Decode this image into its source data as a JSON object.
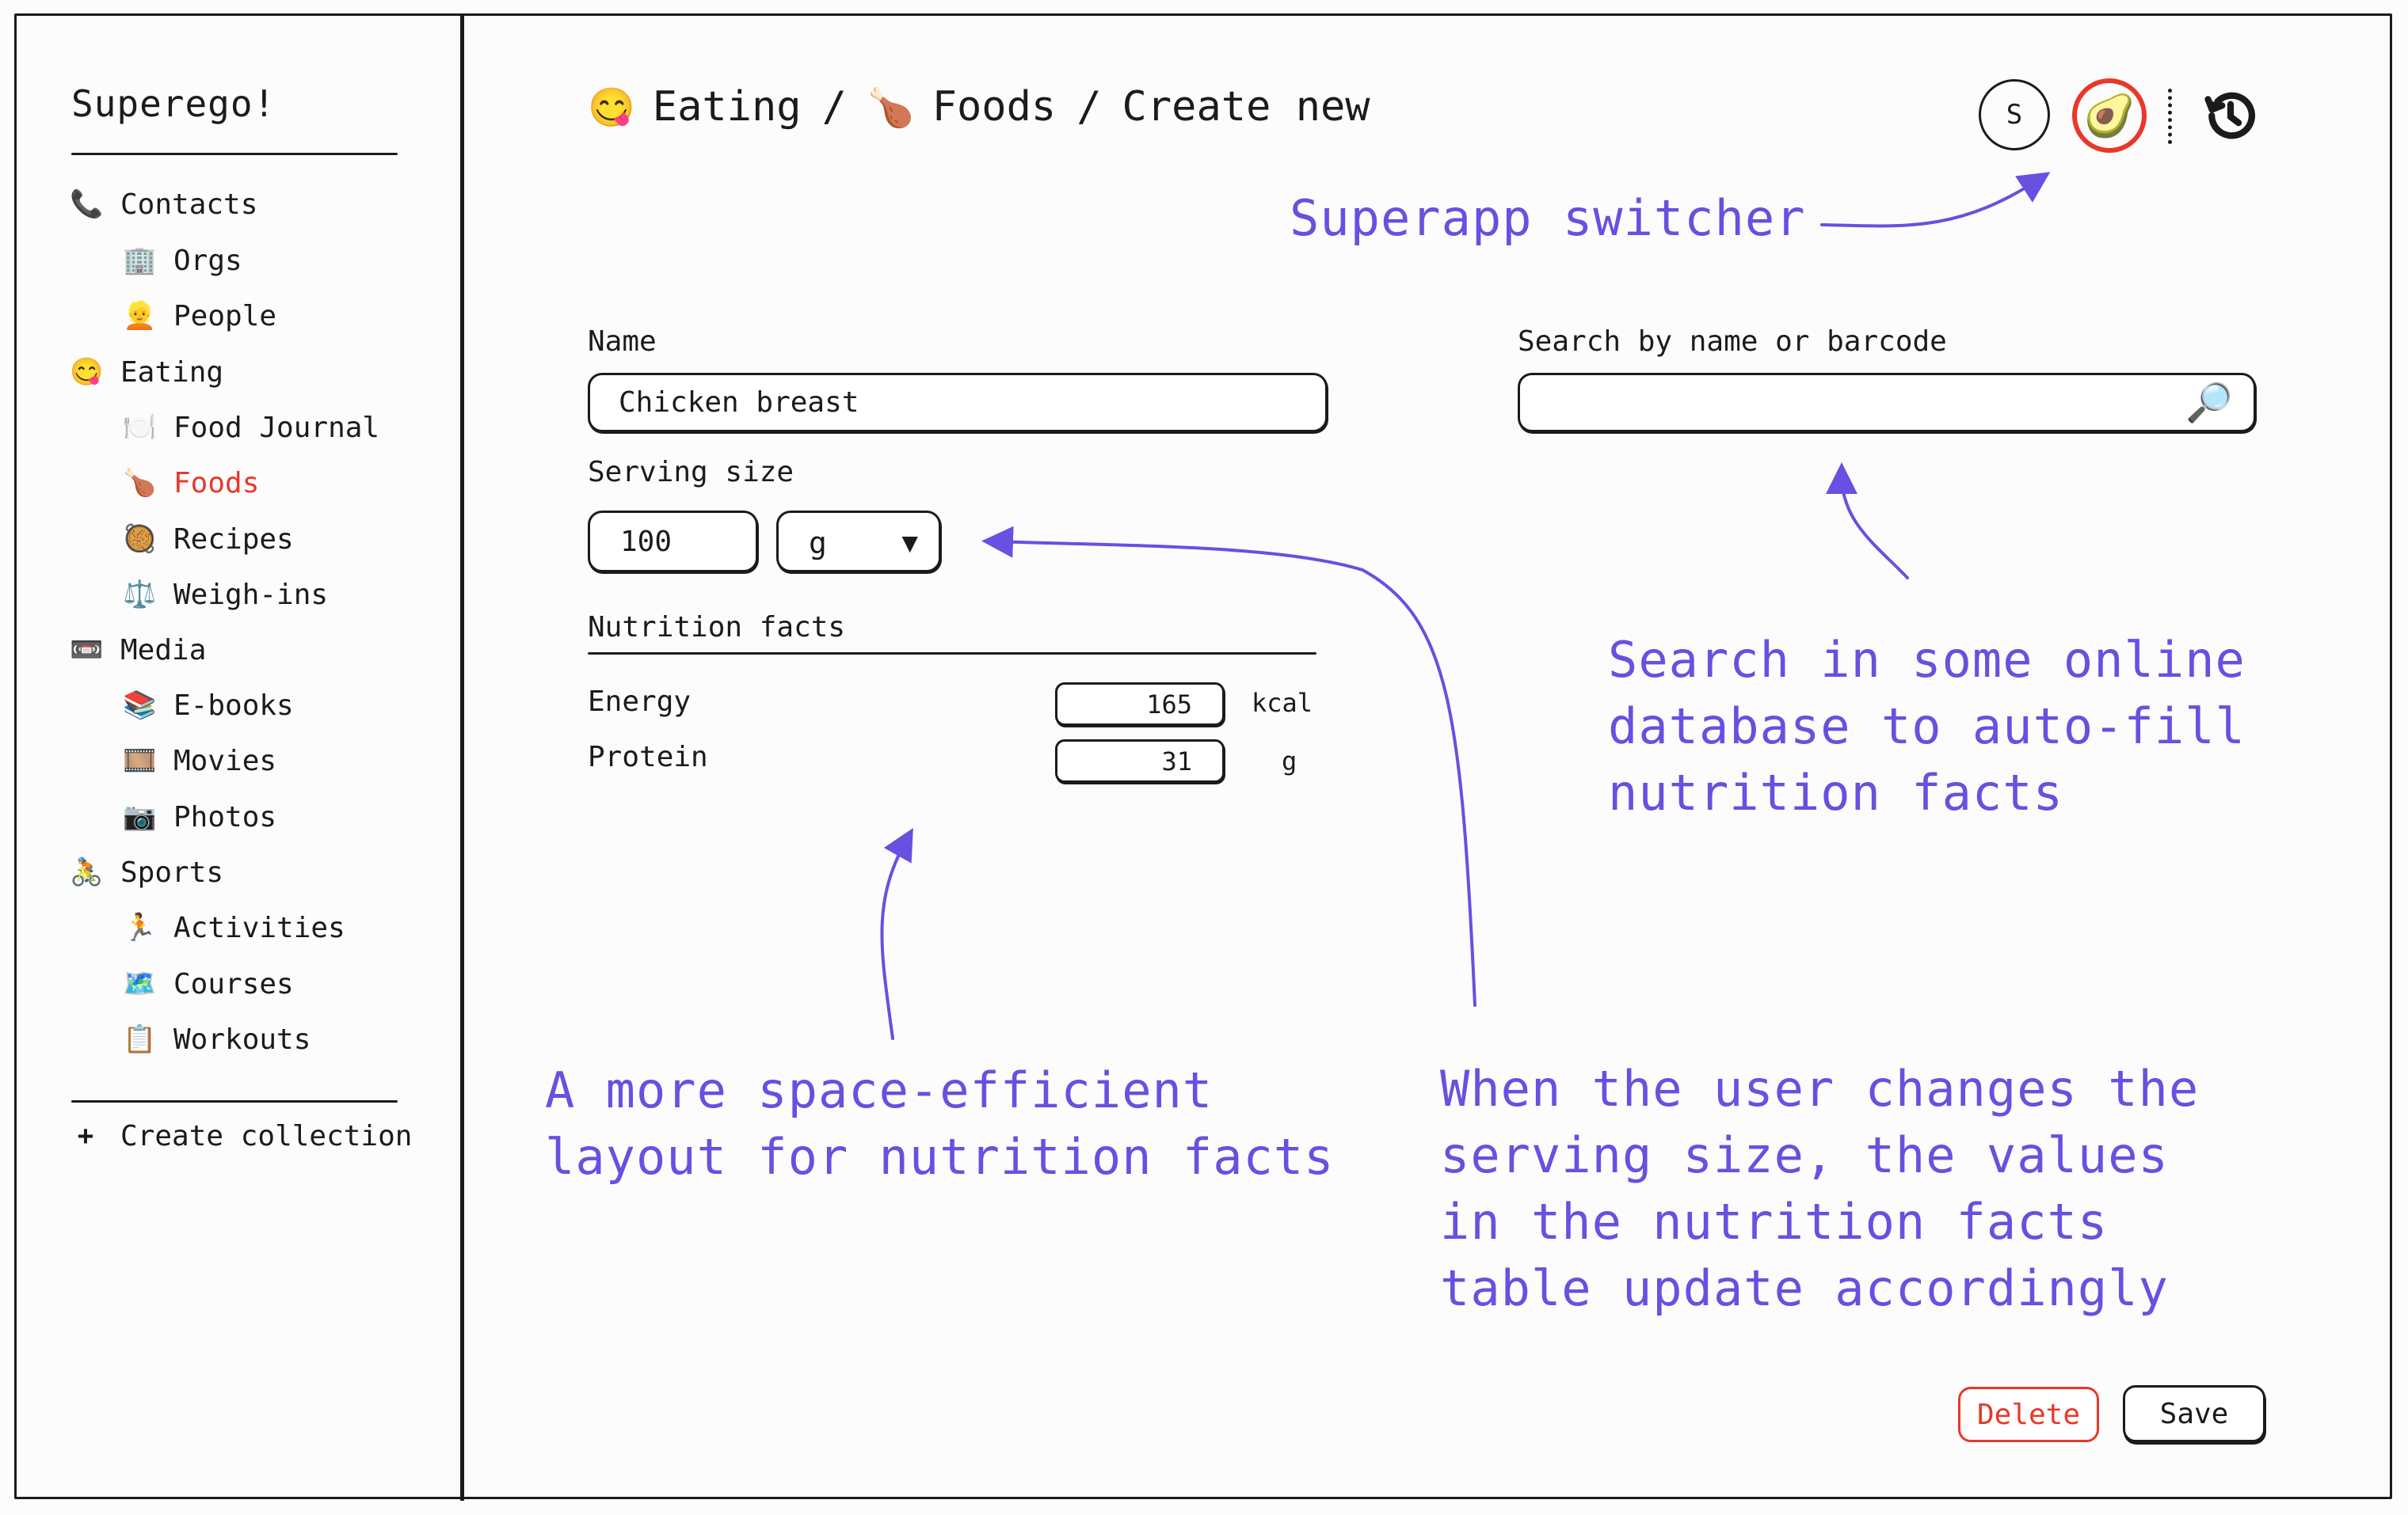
{
  "app": {
    "title": "Superego!"
  },
  "sidebar": {
    "items": [
      {
        "label": "Contacts",
        "icon": "📞",
        "icon_name": "telephone-icon",
        "level": 0,
        "active": false
      },
      {
        "label": "Orgs",
        "icon": "🏢",
        "icon_name": "office-building-icon",
        "level": 1,
        "active": false
      },
      {
        "label": "People",
        "icon": "👱",
        "icon_name": "person-icon",
        "level": 1,
        "active": false
      },
      {
        "label": "Eating",
        "icon": "😋",
        "icon_name": "yum-face-icon",
        "level": 0,
        "active": false
      },
      {
        "label": "Food Journal",
        "icon": "🍽️",
        "icon_name": "plate-cutlery-icon",
        "level": 1,
        "active": false
      },
      {
        "label": "Foods",
        "icon": "🍗",
        "icon_name": "poultry-leg-icon",
        "level": 1,
        "active": true
      },
      {
        "label": "Recipes",
        "icon": "🥘",
        "icon_name": "paella-pan-icon",
        "level": 1,
        "active": false
      },
      {
        "label": "Weigh-ins",
        "icon": "⚖️",
        "icon_name": "scales-icon",
        "level": 1,
        "active": false
      },
      {
        "label": "Media",
        "icon": "📼",
        "icon_name": "videocassette-icon",
        "level": 0,
        "active": false
      },
      {
        "label": "E-books",
        "icon": "📚",
        "icon_name": "books-icon",
        "level": 1,
        "active": false
      },
      {
        "label": "Movies",
        "icon": "🎞️",
        "icon_name": "film-frames-icon",
        "level": 1,
        "active": false
      },
      {
        "label": "Photos",
        "icon": "📷",
        "icon_name": "camera-icon",
        "level": 1,
        "active": false
      },
      {
        "label": "Sports",
        "icon": "🚴",
        "icon_name": "cyclist-icon",
        "level": 0,
        "active": false
      },
      {
        "label": "Activities",
        "icon": "🏃",
        "icon_name": "runner-icon",
        "level": 1,
        "active": false
      },
      {
        "label": "Courses",
        "icon": "🗺️",
        "icon_name": "world-map-icon",
        "level": 1,
        "active": false
      },
      {
        "label": "Workouts",
        "icon": "📋",
        "icon_name": "clipboard-icon",
        "level": 1,
        "active": false
      }
    ],
    "create_collection": {
      "icon": "+",
      "label": "Create collection"
    }
  },
  "breadcrumb": {
    "items": [
      {
        "icon": "😋",
        "label": "Eating"
      },
      {
        "icon": "🍗",
        "label": "Foods"
      },
      {
        "icon": "",
        "label": "Create new"
      }
    ],
    "separator": "/"
  },
  "header": {
    "avatar_letter": "S",
    "superapp_icon": "🥑",
    "history_icon": "history-icon"
  },
  "form": {
    "name": {
      "label": "Name",
      "value": "Chicken breast"
    },
    "serving_size": {
      "label": "Serving size",
      "amount": "100",
      "unit": "g",
      "caret": "▼"
    },
    "nutrition": {
      "title": "Nutrition facts",
      "rows": [
        {
          "label": "Energy",
          "value": "165",
          "unit": "kcal"
        },
        {
          "label": "Protein",
          "value": "31",
          "unit": "g"
        }
      ]
    },
    "search": {
      "label": "Search by name or barcode",
      "value": "",
      "placeholder": "",
      "icon": "🔎"
    }
  },
  "actions": {
    "delete_label": "Delete",
    "save_label": "Save"
  },
  "annotations": {
    "color": "#6651e0",
    "superapp": "Superapp switcher",
    "search": "Search in some online\ndatabase to auto-fill\nnutrition facts",
    "layout": "A more space-efficient\nlayout for nutrition facts",
    "serving": "When the user changes the\nserving size, the values\nin the nutrition facts\ntable update accordingly"
  },
  "colors": {
    "ink": "#1b1b1b",
    "accent_red": "#e8382a",
    "annotation": "#6651e0",
    "background": "#fdfcfd"
  }
}
